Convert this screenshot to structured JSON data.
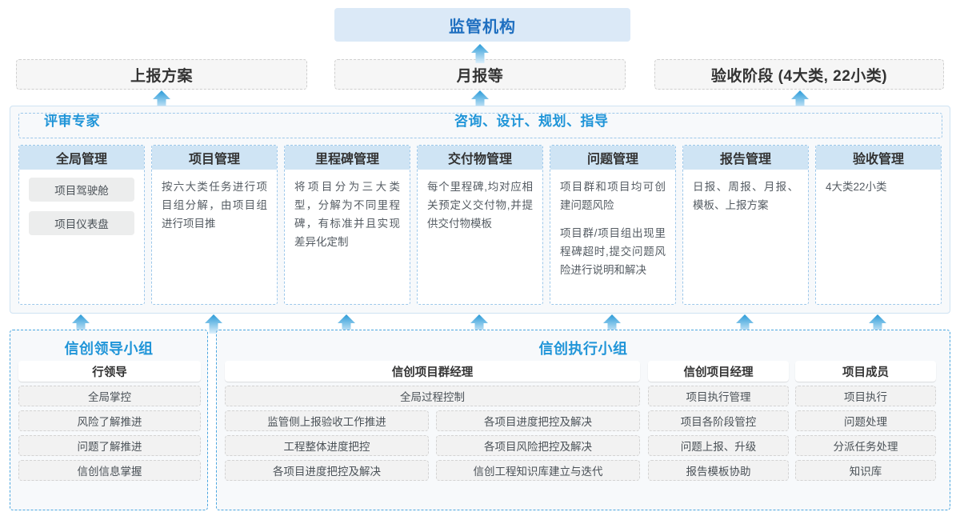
{
  "top": {
    "regulator": "监管机构",
    "boxes": [
      {
        "name": "report-plan",
        "label": "上报方案"
      },
      {
        "name": "monthly-report",
        "label": "月报等"
      },
      {
        "name": "acceptance-stage",
        "label": "验收阶段 (4大类, 22小类)"
      }
    ]
  },
  "middle": {
    "role_left": "评审专家",
    "role_right": "咨询、设计、规划、指导",
    "columns": [
      {
        "header": "全局管理",
        "paras": [],
        "pills": [
          "项目驾驶舱",
          "项目仪表盘"
        ]
      },
      {
        "header": "项目管理",
        "paras": [
          "按六大类任务进行项目组分解，由项目组进行项目推"
        ],
        "pills": []
      },
      {
        "header": "里程碑管理",
        "paras": [
          "将项目分为三大类型，分解为不同里程碑，有标准并且实现差异化定制"
        ],
        "pills": []
      },
      {
        "header": "交付物管理",
        "paras": [
          "每个里程碑,均对应相关预定义交付物,并提供交付物模板"
        ],
        "pills": []
      },
      {
        "header": "问题管理",
        "paras": [
          "项目群和项目均可创建问题风险",
          "项目群/项目组出现里程碑超时,提交问题风险进行说明和解决"
        ],
        "pills": []
      },
      {
        "header": "报告管理",
        "paras": [
          "日报、周报、月报、模板、上报方案"
        ],
        "pills": []
      },
      {
        "header": "验收管理",
        "paras": [
          "4大类22小类"
        ],
        "pills": []
      }
    ]
  },
  "bottom": {
    "lead_group": {
      "title": "信创领导小组",
      "header": "行领导",
      "items": [
        "全局掌控",
        "风险了解推进",
        "问题了解推进",
        "信创信息掌握"
      ]
    },
    "exec_group": {
      "title": "信创执行小组",
      "program_manager": {
        "header": "信创项目群经理",
        "full_width_item": "全局过程控制",
        "column_a": [
          "监管侧上报验收工作推进",
          "工程整体进度把控",
          "各项目进度把控及解决"
        ],
        "column_b": [
          "各项目进度把控及解决",
          "各项目风险把控及解决",
          "信创工程知识库建立与迭代"
        ]
      },
      "project_manager": {
        "header": "信创项目经理",
        "items": [
          "项目执行管理",
          "项目各阶段管控",
          "问题上报、升级",
          "报告模板协助"
        ]
      },
      "project_member": {
        "header": "项目成员",
        "items": [
          "项目执行",
          "问题处理",
          "分派任务处理",
          "知识库"
        ]
      }
    }
  },
  "colors": {
    "accent_blue": "#2095d8",
    "regulator_bg": "#dbe9f7",
    "regulator_text": "#1f6fc0",
    "col_header_bg": "#cfe4f4",
    "arrow_top": "#2a9bd8",
    "arrow_bottom": "#d6ecf9"
  }
}
